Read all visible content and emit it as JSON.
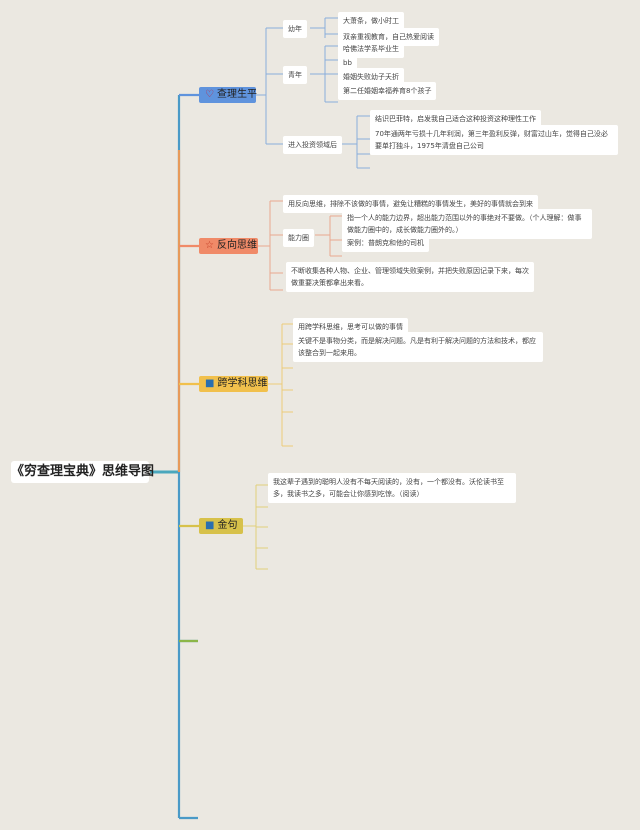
{
  "title": "《穷查理宝典》思维导图",
  "branches": [
    {
      "label": "查理生平",
      "icon": "heart-icon",
      "subs": [
        {
          "label": "幼年",
          "items": [
            "大萧条，做小时工",
            "双亲重视教育，自己热爱阅读"
          ]
        },
        {
          "label": "青年",
          "items": [
            "哈佛法学系毕业生",
            "bb",
            "婚姻失败幼子夭折",
            "第二任婚姻幸福养育8个孩子"
          ]
        },
        {
          "label": "进入投资领域后",
          "items": [
            "结识巴菲特，启发我自己适合这种投资这种理性工作",
            "70年通两年亏损十几年利润，第三年盈利反弹，财富过山车，觉得自己没必要单打独斗，1975年清盘自己公司"
          ]
        }
      ]
    },
    {
      "label": "反向思维",
      "icon": "star-icon",
      "items": [
        "用反向思维，排除不该做的事情，避免让糟糕的事情发生，美好的事情就会到来",
        "不断收集各种人物、企业、管理领域失败案例，并把失败原因记录下来，每次做重要决策都拿出来看。"
      ],
      "subs": [
        {
          "label": "能力圈",
          "items": [
            "指一个人的能力边界，超出能力范围以外的事绝对不要做。（个人理解：做事做能力圈中的，成长做能力圈外的。）",
            "案例：普朗克和他的司机"
          ]
        }
      ]
    },
    {
      "label": "跨学科思维",
      "icon": "square-icon",
      "items": [
        "用跨学科思维，思考可以做的事情",
        "关键不是事物分类，而是解决问题。凡是有利于解决问题的方法和技术，都应该整合到一起来用。"
      ]
    },
    {
      "label": "金句",
      "icon": "square-icon",
      "items": [
        "我这辈子遇到的聪明人没有不每天阅读的，没有，一个都没有。沃伦读书至多，我读书之多，可能会让你感到吃惊。（阅读）"
      ]
    }
  ],
  "colors": {
    "blue": "#5f93dd",
    "red": "#f08a68",
    "gold": "#f1c04c",
    "olive": "#d7c14a",
    "teal": "#4aa7bd",
    "green": "#8cb648",
    "stem": "#3d86c4"
  }
}
